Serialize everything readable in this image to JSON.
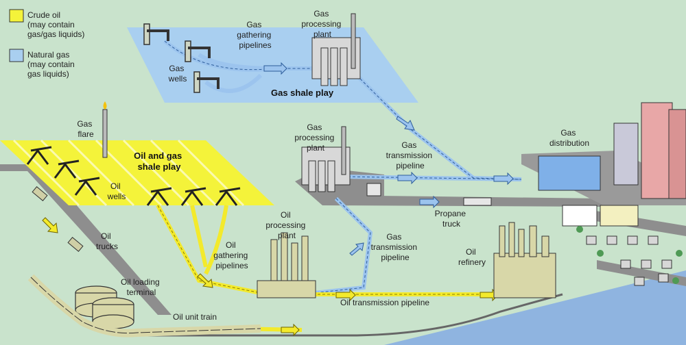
{
  "legend": {
    "crude_line1": "Crude oil",
    "crude_line2": "(may contain",
    "crude_line3": "gas/gas liquids)",
    "gas_line1": "Natural gas",
    "gas_line2": "(may contain",
    "gas_line3": "gas liquids)",
    "crude_color": "#f4f33a",
    "gas_color": "#a9cff0"
  },
  "labels": {
    "gas_gathering": [
      "Gas",
      "gathering",
      "pipelines"
    ],
    "gas_processing_top": [
      "Gas",
      "processing",
      "plant"
    ],
    "gas_wells": [
      "Gas",
      "wells"
    ],
    "gas_shale_play": "Gas shale play",
    "gas_flare": [
      "Gas",
      "flare"
    ],
    "oil_gas_shale": [
      "Oil and gas",
      "shale play"
    ],
    "oil_wells": [
      "Oil",
      "wells"
    ],
    "gas_processing_mid": [
      "Gas",
      "processing",
      "plant"
    ],
    "gas_transmission_top": [
      "Gas",
      "transmission",
      "pipeline"
    ],
    "gas_distribution": [
      "Gas",
      "distribution"
    ],
    "propane_truck": [
      "Propane",
      "truck"
    ],
    "oil_trucks": [
      "Oil",
      "trucks"
    ],
    "oil_gathering": [
      "Oil",
      "gathering",
      "pipelines"
    ],
    "oil_processing": [
      "Oil",
      "processing",
      "plant"
    ],
    "gas_transmission_low": [
      "Gas",
      "transmission",
      "pipeline"
    ],
    "oil_refinery": [
      "Oil",
      "refinery"
    ],
    "oil_loading": [
      "Oil loading",
      "terminal"
    ],
    "oil_transmission": "Oil transmission pipeline",
    "oil_unit_train": "Oil unit train"
  },
  "colors": {
    "background": "#c9e3cc",
    "road": "#8f8f8f",
    "water": "#8fb4e0",
    "oil_pipe": "#f3ea2c",
    "gas_pipe": "#9cc4ee",
    "building": "#d8d7a8"
  }
}
